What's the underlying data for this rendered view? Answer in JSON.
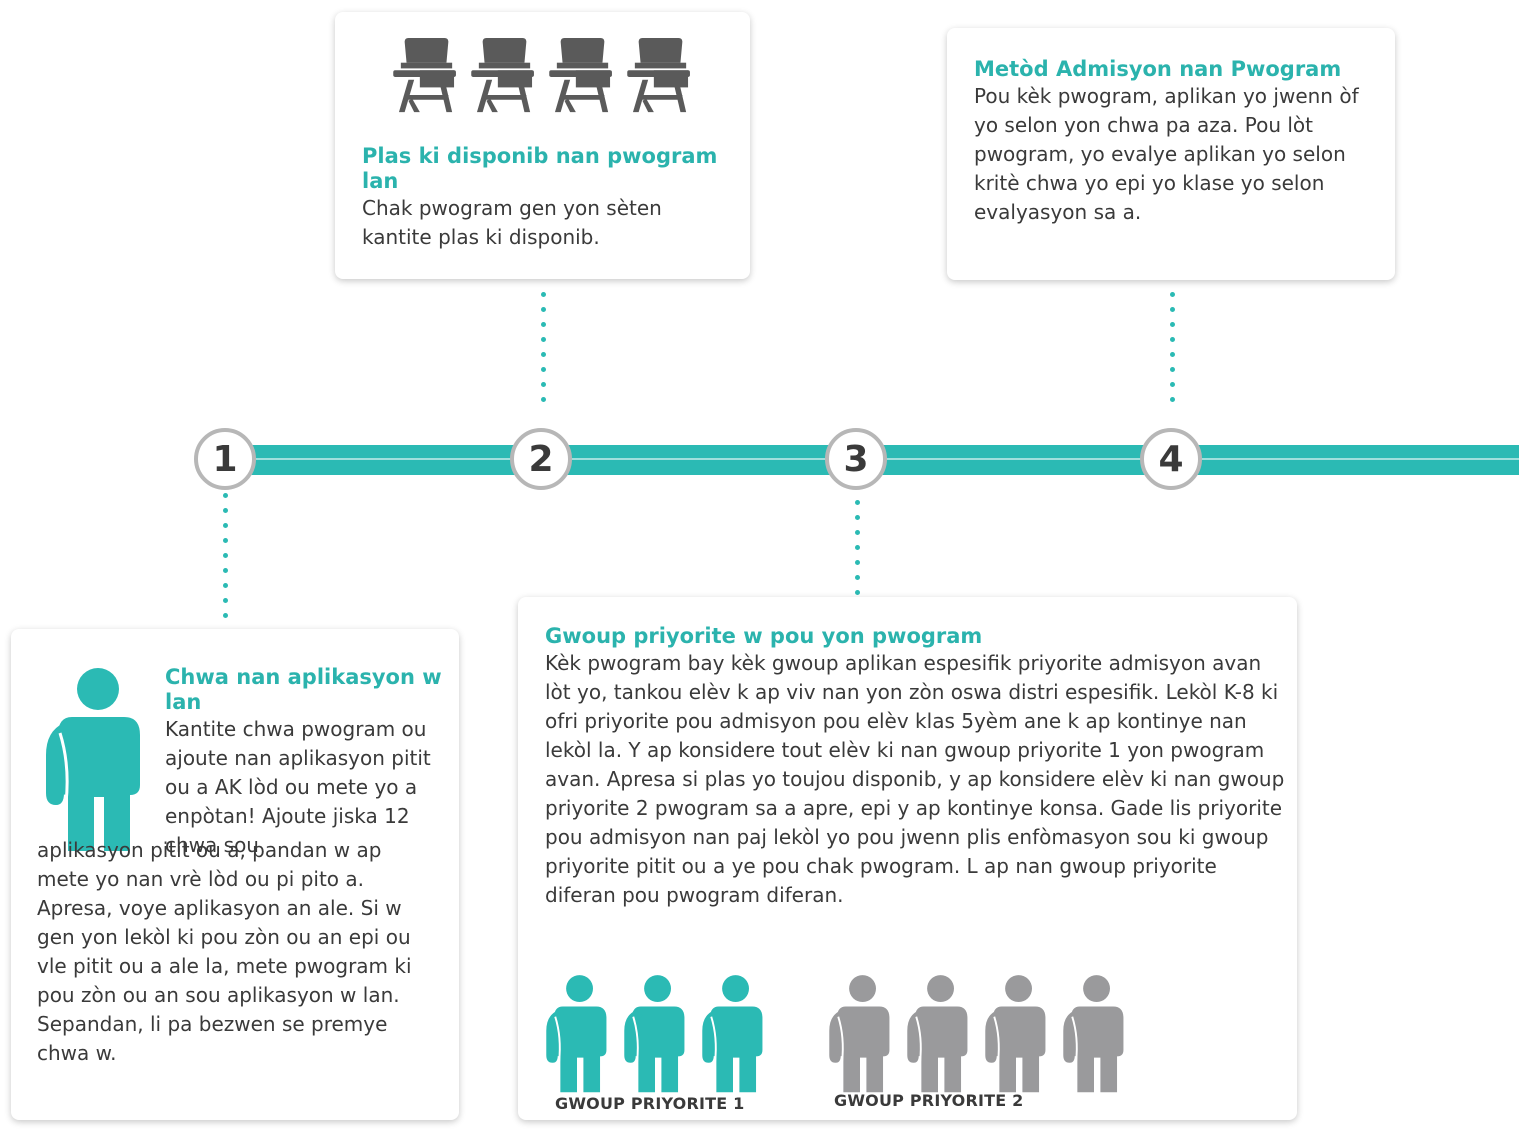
{
  "steps": [
    "1",
    "2",
    "3",
    "4"
  ],
  "card_choices": {
    "title": "Chwa nan aplikasyon w lan",
    "body_top": "Kantite chwa pwogram ou ajoute nan aplikasyon pitit ou a AK lòd ou mete yo a enpòtan! Ajoute jiska 12 chwa sou",
    "body_bottom": "aplikasyon pitit ou a, pandan w ap mete yo nan vrè lòd ou pi pito a. Apresa, voye aplikasyon an ale. Si w gen yon lekòl ki pou zòn ou an epi ou vle pitit ou a ale la, mete pwogram ki pou zòn ou an sou aplikasyon w lan. Sepandan, li pa bezwen se premye chwa w.",
    "icon": "person-icon",
    "color": "#2bbab4"
  },
  "card_seats": {
    "title": "Plas ki disponib nan pwogram lan",
    "body": "Chak pwogram gen yon sèten kantite plas ki disponib.",
    "icon": "school-desk-icon",
    "icon_count": 4,
    "color": "#5a5a5a"
  },
  "card_priority": {
    "title": "Gwoup priyorite w pou yon pwogram",
    "body": "Kèk pwogram bay kèk gwoup aplikan espesifik priyorite admisyon avan lòt yo, tankou elèv k ap viv nan yon zòn oswa distri espesifik. Lekòl K-8 ki ofri priyorite pou admisyon pou elèv klas 5yèm ane k ap kontinye nan lekòl la. Y ap konsidere tout elèv ki nan gwoup priyorite 1 yon pwogram avan. Apresa si plas yo toujou disponib, y ap konsidere elèv ki nan gwoup priyorite 2 pwogram sa a apre, epi y ap kontinye konsa. Gade lis priyorite pou admisyon nan paj lekòl yo pou jwenn plis enfòmasyon sou ki gwoup priyorite pitit ou a ye pou chak pwogram. L ap nan gwoup priyorite diferan pou pwogram diferan.",
    "group1": {
      "label": "GWOUP PRIYORITE 1",
      "count": 3,
      "color": "#2bbab4"
    },
    "group2": {
      "label": "GWOUP PRIYORITE 2",
      "count": 4,
      "color": "#9a9a9c"
    }
  },
  "card_method": {
    "title": "Metòd Admisyon nan Pwogram",
    "body": "Pou kèk pwogram, aplikan yo jwenn òf yo selon yon chwa pa aza. Pou lòt pwogram, yo evalye aplikan yo selon kritè chwa yo epi yo klase yo selon evalyasyon sa a."
  },
  "colors": {
    "teal": "#2bbab4",
    "title_teal": "#2bb3ad",
    "node_border": "#b7b7b7",
    "text": "#3a3a3a"
  }
}
